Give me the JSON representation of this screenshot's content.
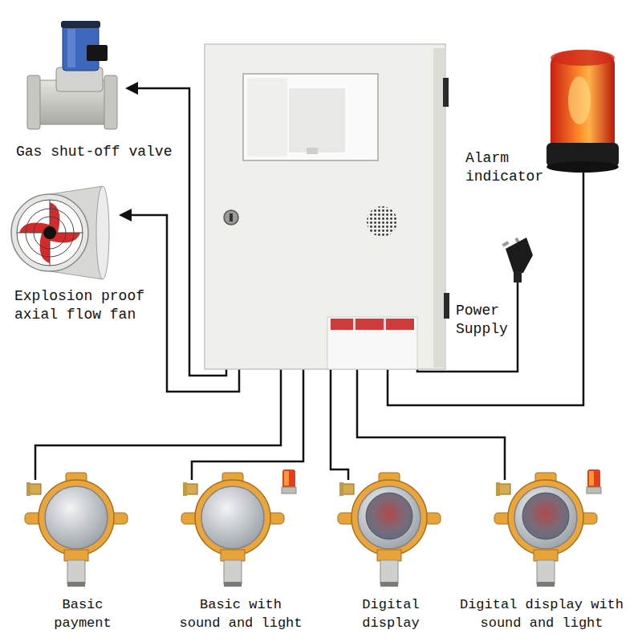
{
  "diagram": {
    "nodes": [
      {
        "text": [
          "Gas shut-off valve"
        ]
      },
      {
        "text": [
          "Alarm indicator"
        ]
      },
      {
        "text": [
          "Explosion proof axial flow fan"
        ]
      },
      {
        "text": [
          "Power Supply"
        ]
      },
      {
        "text": [
          "Basic payment"
        ]
      },
      {
        "text": [
          "Basic with sound and light"
        ]
      },
      {
        "text": [
          "Digital display"
        ]
      },
      {
        "text": [
          "Digital display with sound and light"
        ]
      }
    ]
  }
}
